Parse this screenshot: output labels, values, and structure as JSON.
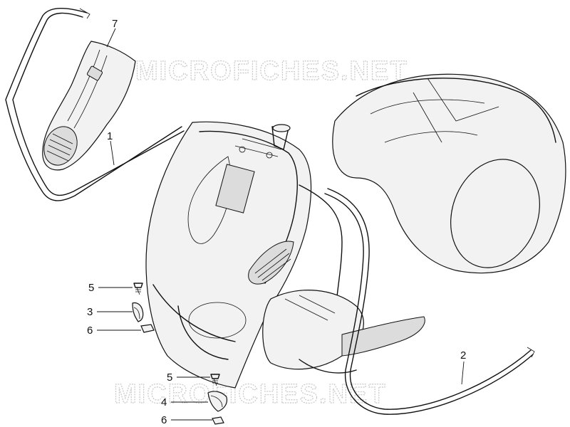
{
  "watermark": "MICROFICHES.NET",
  "callouts": {
    "c7": "7",
    "c1": "1",
    "c5a": "5",
    "c3": "3",
    "c6a": "6",
    "c5b": "5",
    "c4": "4",
    "c6b": "6",
    "c2": "2"
  }
}
